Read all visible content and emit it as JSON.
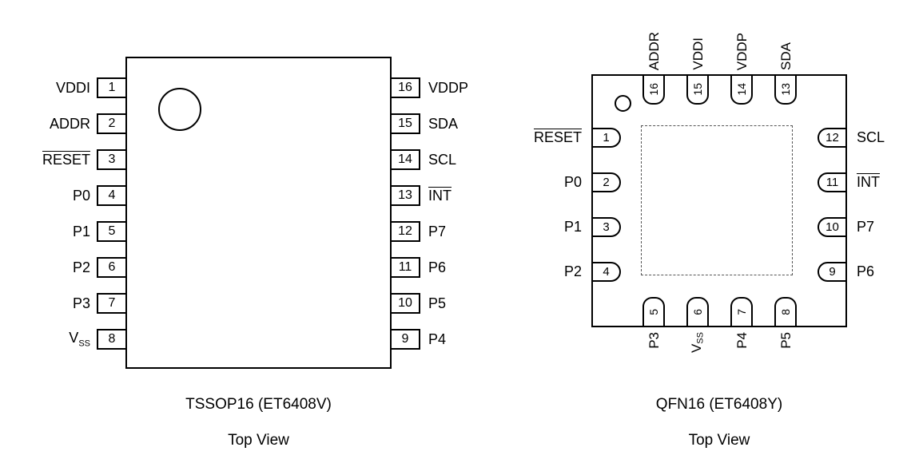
{
  "tssop": {
    "caption": "TSSOP16 (ET6408V)",
    "view_label": "Top View",
    "left_pins": [
      {
        "number": "1",
        "label": "VDDI"
      },
      {
        "number": "2",
        "label": "ADDR"
      },
      {
        "number": "3",
        "label": "RESET",
        "overline": true
      },
      {
        "number": "4",
        "label": "P0"
      },
      {
        "number": "5",
        "label": "P1"
      },
      {
        "number": "6",
        "label": "P2"
      },
      {
        "number": "7",
        "label": "P3"
      },
      {
        "number": "8",
        "label": "VSS",
        "label_main": "V",
        "label_sub": "SS"
      }
    ],
    "right_pins": [
      {
        "number": "16",
        "label": "VDDP"
      },
      {
        "number": "15",
        "label": "SDA"
      },
      {
        "number": "14",
        "label": "SCL"
      },
      {
        "number": "13",
        "label": "INT",
        "overline": true
      },
      {
        "number": "12",
        "label": "P7"
      },
      {
        "number": "11",
        "label": "P6"
      },
      {
        "number": "10",
        "label": "P5"
      },
      {
        "number": "9",
        "label": "P4"
      }
    ]
  },
  "qfn": {
    "caption": "QFN16 (ET6408Y)",
    "view_label": "Top View",
    "top_pins": [
      {
        "number": "16",
        "label": "ADDR"
      },
      {
        "number": "15",
        "label": "VDDI"
      },
      {
        "number": "14",
        "label": "VDDP"
      },
      {
        "number": "13",
        "label": "SDA"
      }
    ],
    "left_pins": [
      {
        "number": "1",
        "label": "RESET",
        "overline": true
      },
      {
        "number": "2",
        "label": "P0"
      },
      {
        "number": "3",
        "label": "P1"
      },
      {
        "number": "4",
        "label": "P2"
      }
    ],
    "right_pins": [
      {
        "number": "12",
        "label": "SCL"
      },
      {
        "number": "11",
        "label": "INT",
        "overline": true
      },
      {
        "number": "10",
        "label": "P7"
      },
      {
        "number": "9",
        "label": "P6"
      }
    ],
    "bottom_pins": [
      {
        "number": "5",
        "label": "P3"
      },
      {
        "number": "6",
        "label": "VSS",
        "label_main": "V",
        "label_sub": "SS"
      },
      {
        "number": "7",
        "label": "P4"
      },
      {
        "number": "8",
        "label": "P5"
      }
    ]
  }
}
